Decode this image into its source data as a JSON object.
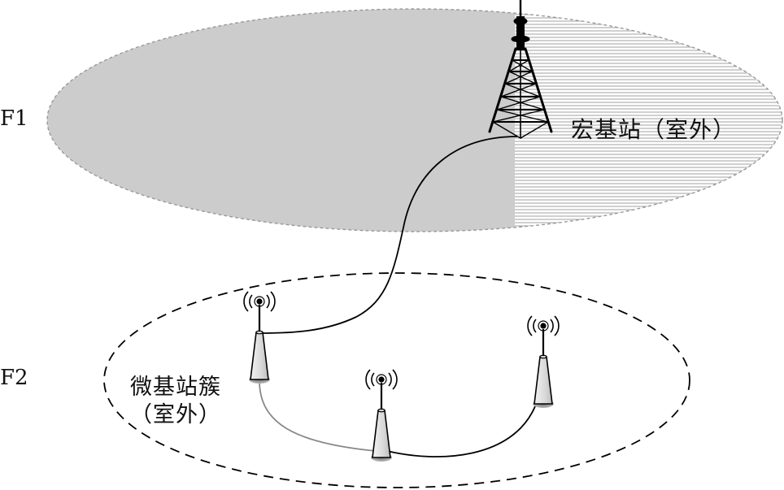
{
  "labels": {
    "f1": "F1",
    "f2": "F2",
    "macro": "宏基站（室外）",
    "micro_line1": "微基站簇",
    "micro_line2": "（室外）"
  },
  "colors": {
    "macro_zone_fill": "#cccccc",
    "hatch_line": "#8a8a8a",
    "link_primary": "#000000",
    "link_secondary": "#888888",
    "micro_body": "#e6e6e6"
  },
  "icons": [
    "macro-tower-icon",
    "micro-station-icon",
    "signal-wave-icon"
  ]
}
